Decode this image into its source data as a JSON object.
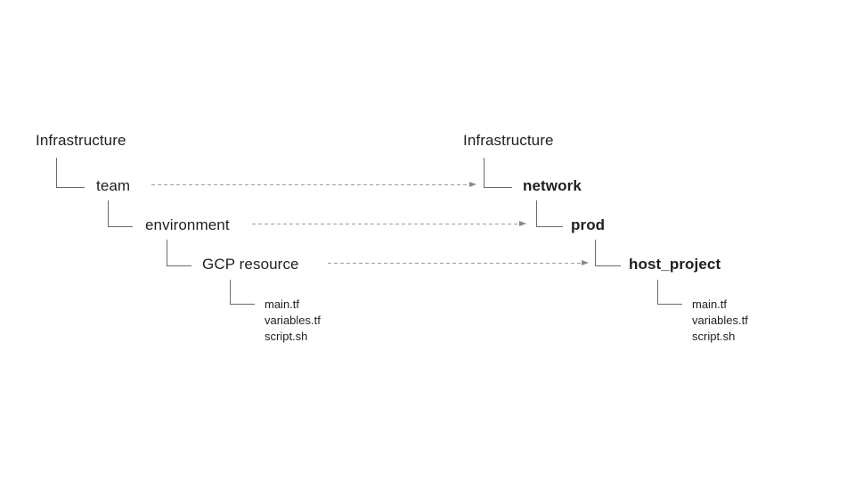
{
  "slide": {
    "background_color": "#ffffff",
    "text_color": "#1f1f1f",
    "connector_color": "#6b6b6b",
    "arrow_color": "#9e9e9e",
    "left_tree": {
      "root": "Infrastructure",
      "levels": [
        {
          "label": "team"
        },
        {
          "label": "environment"
        },
        {
          "label": "GCP resource"
        }
      ],
      "files": [
        "main.tf",
        "variables.tf",
        "script.sh"
      ]
    },
    "right_tree": {
      "root": "Infrastructure",
      "levels": [
        {
          "label": "network"
        },
        {
          "label": "prod"
        },
        {
          "label": "host_project"
        }
      ],
      "files": [
        "main.tf",
        "variables.tf",
        "script.sh"
      ]
    },
    "arrows": [
      {
        "from": "team",
        "to": "network"
      },
      {
        "from": "environment",
        "to": "prod"
      },
      {
        "from": "GCP resource",
        "to": "host_project"
      }
    ]
  }
}
